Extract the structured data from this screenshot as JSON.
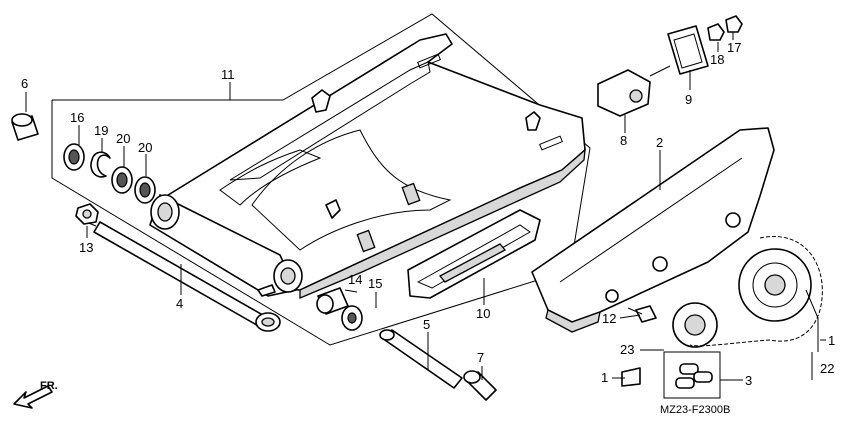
{
  "diagram_code": "MZ23-F2300B",
  "direction_label": "FR.",
  "callouts": {
    "c1": "1",
    "c1b": "1",
    "c2": "2",
    "c3": "3",
    "c4": "4",
    "c5": "5",
    "c6": "6",
    "c7": "7",
    "c8": "8",
    "c9": "9",
    "c10": "10",
    "c11": "11",
    "c12": "12",
    "c13": "13",
    "c14": "14",
    "c15": "15",
    "c16": "16",
    "c17": "17",
    "c18": "18",
    "c19": "19",
    "c20a": "20",
    "c20b": "20",
    "c22": "22",
    "c23": "23"
  }
}
